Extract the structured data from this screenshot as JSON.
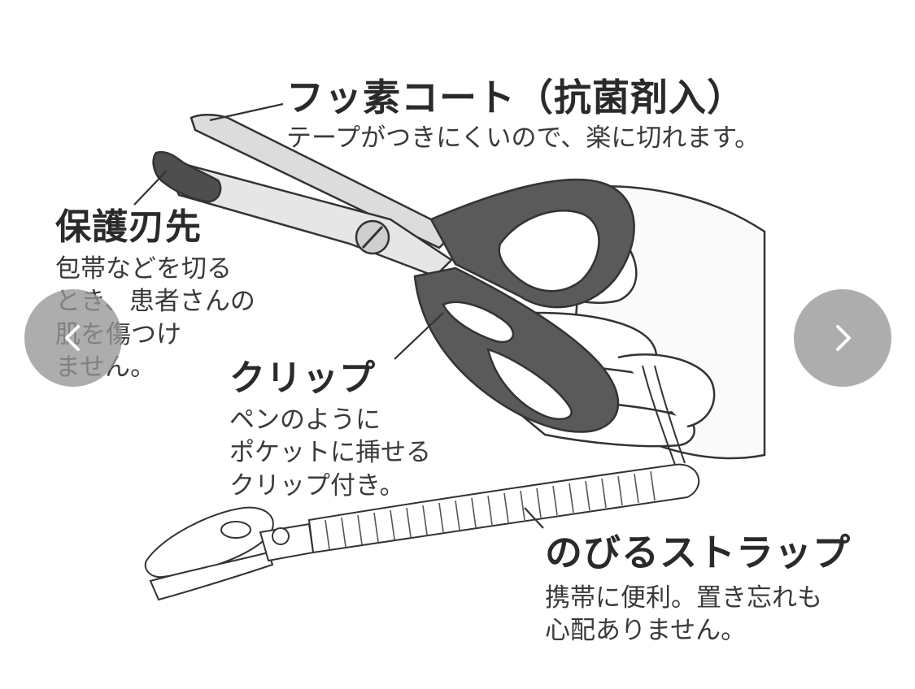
{
  "labels": {
    "fluorine": {
      "title": "フッ素コート（抗菌剤入）",
      "desc": [
        "テープがつきにくいので、楽に切れます。"
      ]
    },
    "guard": {
      "title": "保護刃先",
      "desc": [
        "包帯などを切る",
        "とき、患者さんの",
        "肌を傷つけ",
        "ません。"
      ]
    },
    "clip": {
      "title": "クリップ",
      "desc": [
        "ペンのように",
        "ポケットに挿せる",
        "クリップ付き。"
      ]
    },
    "strap": {
      "title": "のびるストラップ",
      "desc": [
        "携帯に便利。置き忘れも",
        "心配ありません。"
      ]
    }
  },
  "icons": {
    "prev": "chevron-left-icon",
    "next": "chevron-right-icon"
  },
  "colors": {
    "handle": "#5a5a5a",
    "blade": "#e2e2e2",
    "nav_bg": "#969696"
  }
}
